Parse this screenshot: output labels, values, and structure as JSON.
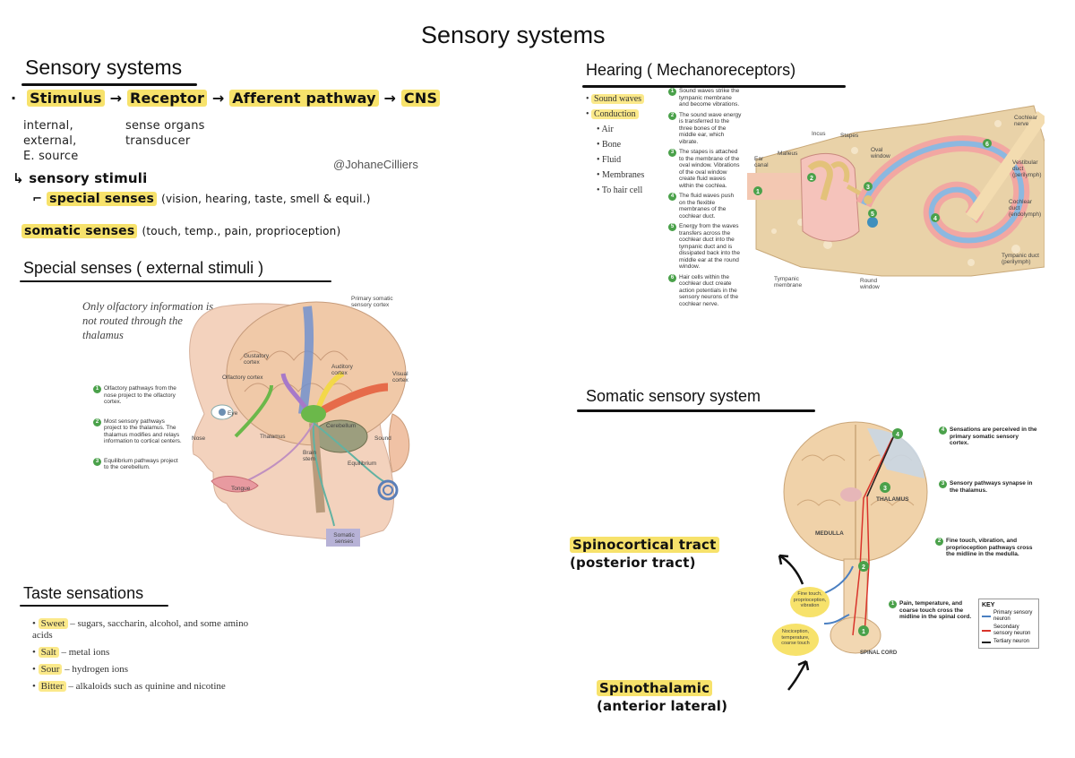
{
  "page_title": "Sensory systems",
  "watermark": "@JohaneCilliers",
  "intro": {
    "heading": "Sensory systems",
    "flow": [
      "Stimulus",
      "Receptor",
      "Afferent pathway",
      "CNS"
    ],
    "arrow": "→",
    "bullet": "·",
    "stimulus_note": [
      "internal,",
      "external,",
      "E. source"
    ],
    "receptor_note": [
      "sense organs",
      "transducer"
    ],
    "sensory_stimuli": "sensory stimuli",
    "special_senses": "special senses",
    "special_senses_list": "(vision, hearing, taste, smell & equil.)",
    "somatic_senses": "somatic senses",
    "somatic_senses_list": "(touch, temp., pain, proprioception)",
    "hook_glyph": "↳"
  },
  "special": {
    "heading": "Special senses ( external stimuli )",
    "caption": "Only olfactory information is not routed through the thalamus",
    "steps": [
      {
        "n": "1",
        "text": "Olfactory pathways from the nose project to the olfactory cortex."
      },
      {
        "n": "2",
        "text": "Most sensory pathways project to the thalamus. The thalamus modifies and relays information to cortical centers."
      },
      {
        "n": "3",
        "text": "Equilibrium pathways project to the cerebellum."
      }
    ],
    "labels": {
      "primary_somatic": "Primary somatic sensory cortex",
      "gustatory": "Gustatory cortex",
      "olfactory_cortex": "Olfactory cortex",
      "auditory": "Auditory cortex",
      "visual": "Visual cortex",
      "eye": "Eye",
      "nose": "Nose",
      "thalamus": "Thalamus",
      "cerebellum": "Cerebellum",
      "sound": "Sound",
      "brain_stem": "Brain stem",
      "equilibrium": "Equilibrium",
      "tongue": "Tongue",
      "somatic_senses": "Somatic senses"
    }
  },
  "taste": {
    "heading": "Taste sensations",
    "items": [
      {
        "name": "Sweet",
        "text": " – sugars, saccharin, alcohol, and some amino acids"
      },
      {
        "name": "Salt",
        "text": " – metal ions"
      },
      {
        "name": "Sour",
        "text": " – hydrogen ions"
      },
      {
        "name": "Bitter",
        "text": " – alkaloids such as quinine and nicotine"
      }
    ]
  },
  "hearing": {
    "heading": "Hearing ( Mechanoreceptors)",
    "list": [
      {
        "text": "Sound waves",
        "level": 0,
        "highlight": true
      },
      {
        "text": "Conduction",
        "level": 0,
        "highlight": true
      },
      {
        "text": "Air",
        "level": 1
      },
      {
        "text": "Bone",
        "level": 1
      },
      {
        "text": "Fluid",
        "level": 1
      },
      {
        "text": "Membranes",
        "level": 1
      },
      {
        "text": "To hair cell",
        "level": 1
      }
    ],
    "steps": [
      {
        "n": "1",
        "text": "Sound waves strike the tympanic membrane and become vibrations."
      },
      {
        "n": "2",
        "text": "The sound wave energy is transferred to the three bones of the middle ear, which vibrate."
      },
      {
        "n": "3",
        "text": "The stapes is attached to the membrane of the oval window. Vibrations of the oval window create fluid waves within the cochlea."
      },
      {
        "n": "4",
        "text": "The fluid waves push on the flexible membranes of the cochlear duct."
      },
      {
        "n": "5",
        "text": "Energy from the waves transfers across the cochlear duct into the tympanic duct and is dissipated back into the middle ear at the round window."
      },
      {
        "n": "6",
        "text": "Hair cells within the cochlear duct create action potentials in the sensory neurons of the cochlear nerve."
      }
    ],
    "labels": {
      "incus": "Incus",
      "stapes": "Stapes",
      "malleus": "Malleus",
      "ear_canal": "Ear canal",
      "oval_window": "Oval window",
      "cochlear_nerve": "Cochlear nerve",
      "vestibular_duct": "Vestibular duct (perilymph)",
      "cochlear_duct": "Cochlear duct (endolymph)",
      "tympanic_duct": "Tympanic duct (perilymph)",
      "tympanic_membrane": "Tympanic membrane",
      "round_window": "Round window"
    }
  },
  "somatic": {
    "heading": "Somatic sensory system",
    "steps": [
      {
        "n": "4",
        "text": "Sensations are perceived in the primary somatic sensory cortex."
      },
      {
        "n": "3",
        "text": "Sensory pathways synapse in the thalamus."
      },
      {
        "n": "2",
        "text": "Fine touch, vibration, and proprioception pathways cross the midline in the medulla."
      },
      {
        "n": "1",
        "text": "Pain, temperature, and coarse touch cross the midline in the spinal cord."
      }
    ],
    "labels": {
      "thalamus": "THALAMUS",
      "medulla": "MEDULLA",
      "spinal_cord": "SPINAL CORD",
      "fine_touch": "Fine touch, proprioception, vibration",
      "nociception": "Nociception, temperature, coarse touch"
    },
    "key": {
      "title": "KEY",
      "items": [
        {
          "text": "Primary sensory neuron",
          "color": "#4a7fc1"
        },
        {
          "text": "Secondary sensory neuron",
          "color": "#d9342b"
        },
        {
          "text": "Tertiary neuron",
          "color": "#222222"
        }
      ]
    },
    "spinocortical": [
      "Spinocortical tract",
      "(posterior tract)"
    ],
    "spinothalamic": [
      "Spinothalamic",
      "(anterior lateral)"
    ]
  },
  "colors": {
    "highlight": "#f7e26b",
    "step_green": "#4aa14a"
  }
}
